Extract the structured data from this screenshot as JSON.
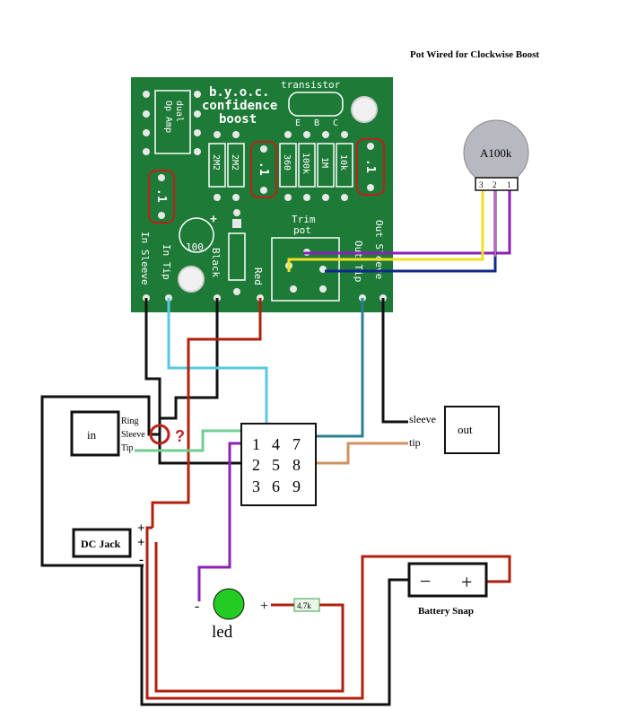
{
  "title": "Pot Wired for Clockwise Boost",
  "pcb": {
    "brand_lines": [
      "b.y.o.c.",
      "confidence",
      "boost"
    ],
    "transistor_label": "transistor",
    "ebc": [
      "E",
      "B",
      "C"
    ],
    "dual_opamp": [
      "dual",
      "Op Amp"
    ],
    "resistors": [
      "2M2",
      "2M2",
      "360",
      "100k",
      "1M",
      "10k"
    ],
    "caps": [
      ".1",
      ".1",
      ".1"
    ],
    "electrolytic": "100",
    "plus": "+",
    "trim_pot": [
      "Trim",
      "pot"
    ],
    "pad_labels": {
      "in_sleeve": "In Sleeve",
      "in_tip": "In Tip",
      "black": "Black",
      "red": "Red",
      "out_tip": "Out Tip",
      "out_sleeve": "Out Sleeve"
    }
  },
  "pot": {
    "label": "A100k",
    "pins": [
      "3",
      "2",
      "1"
    ]
  },
  "in_jack": {
    "label": "in",
    "terminals": [
      "Ring",
      "Sleeve",
      "Tip"
    ],
    "question": "?"
  },
  "out_jack": {
    "label": "out",
    "sleeve": "sleeve",
    "tip": "tip"
  },
  "switch_pins": [
    "1",
    "4",
    "7",
    "2",
    "5",
    "8",
    "3",
    "6",
    "9"
  ],
  "dc_jack": {
    "label": "DC Jack",
    "polarity": [
      "+",
      "+",
      "-"
    ]
  },
  "led": {
    "label": "led",
    "minus": "-",
    "plus": "+"
  },
  "resistor": {
    "label": "4.7k"
  },
  "battery": {
    "label": "Battery Snap",
    "minus": "−",
    "plus": "+"
  },
  "colors": {
    "pcb": "#1d7a37",
    "red_wire": "#b0200e",
    "cyan_wire": "#58c8e2",
    "green_wire": "#6fcf8f",
    "purple_wire": "#8a22b5",
    "yellow_wire": "#f0e020",
    "blue_wire": "#102a8c",
    "tan_wire": "#d09060",
    "teal_wire": "#2b7f91",
    "led": "#22cc22"
  }
}
